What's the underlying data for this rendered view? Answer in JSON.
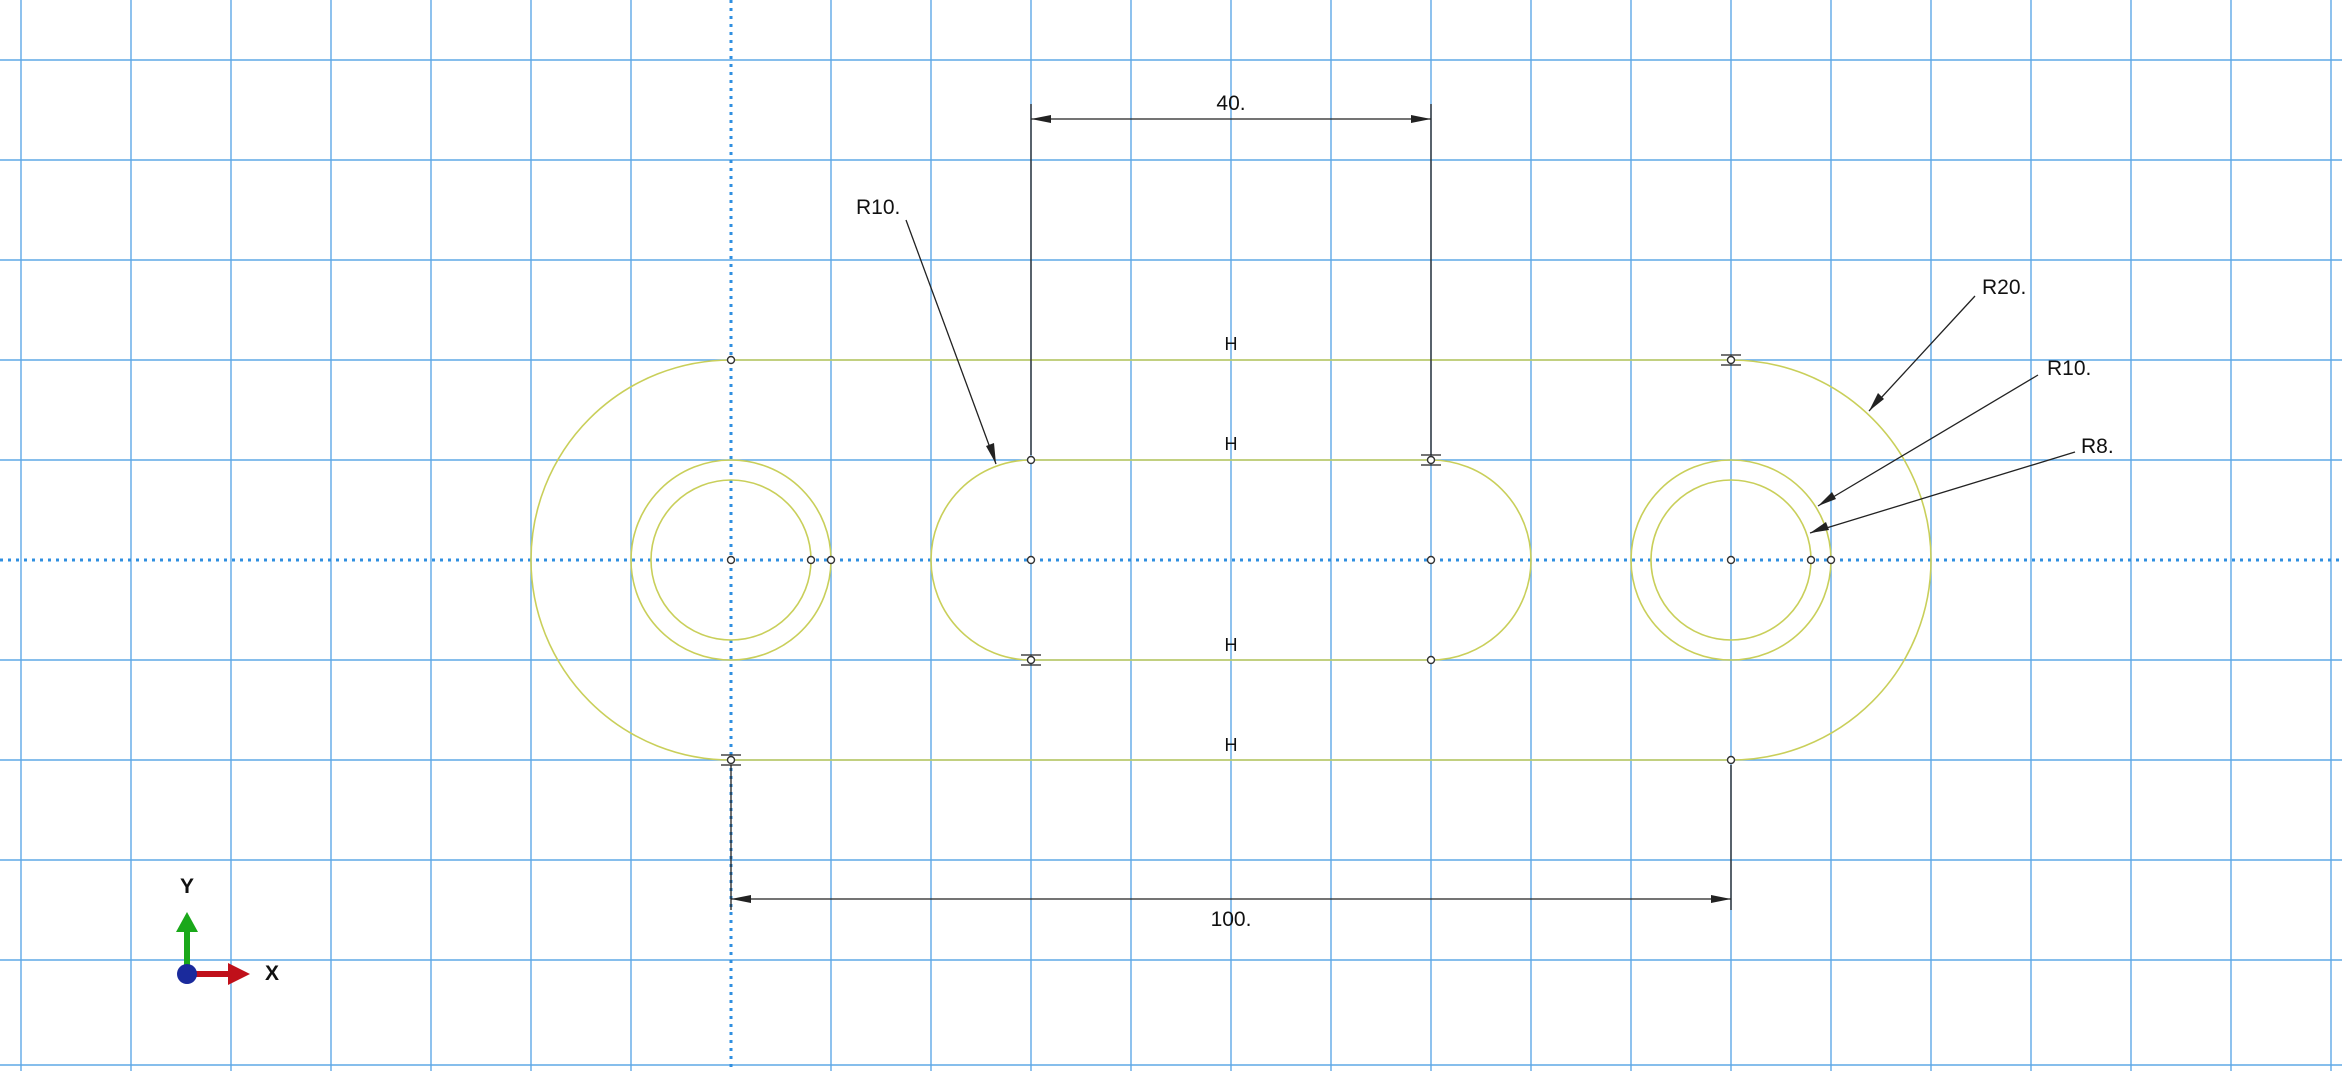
{
  "sketch": {
    "dimensions": {
      "top_length": "40.",
      "bottom_length": "100.",
      "left_slot_radius": "R10.",
      "outer_radius": "R20.",
      "right_ring_outer_radius": "R10.",
      "right_ring_inner_radius": "R8."
    },
    "constraints": {
      "horizontal_symbol": "H"
    }
  },
  "triad": {
    "y_label": "Y",
    "x_label": "X"
  },
  "colors": {
    "grid": "#5fa8e6",
    "axis": "#2f8fe0",
    "geometry": "#c9cf5a",
    "dimension": "#222222",
    "x_axis_arrow": "#c0101a",
    "y_axis_arrow": "#1aa81a",
    "z_axis_dot": "#1a2a9c"
  }
}
